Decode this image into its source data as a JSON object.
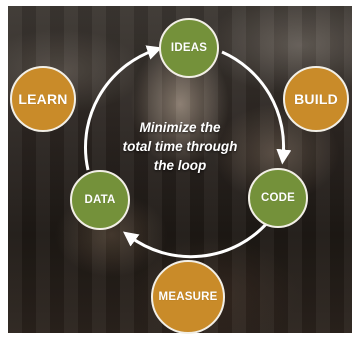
{
  "diagram": {
    "center_lines": [
      "Minimize the",
      "total time through",
      "the loop"
    ],
    "nodes": {
      "ideas": "IDEAS",
      "code": "CODE",
      "data": "DATA",
      "learn": "LEARN",
      "build": "BUILD",
      "measure": "MEASURE"
    },
    "colors": {
      "green": "#74913a",
      "orange": "#c98b29",
      "ring": "#f2efe6"
    }
  }
}
